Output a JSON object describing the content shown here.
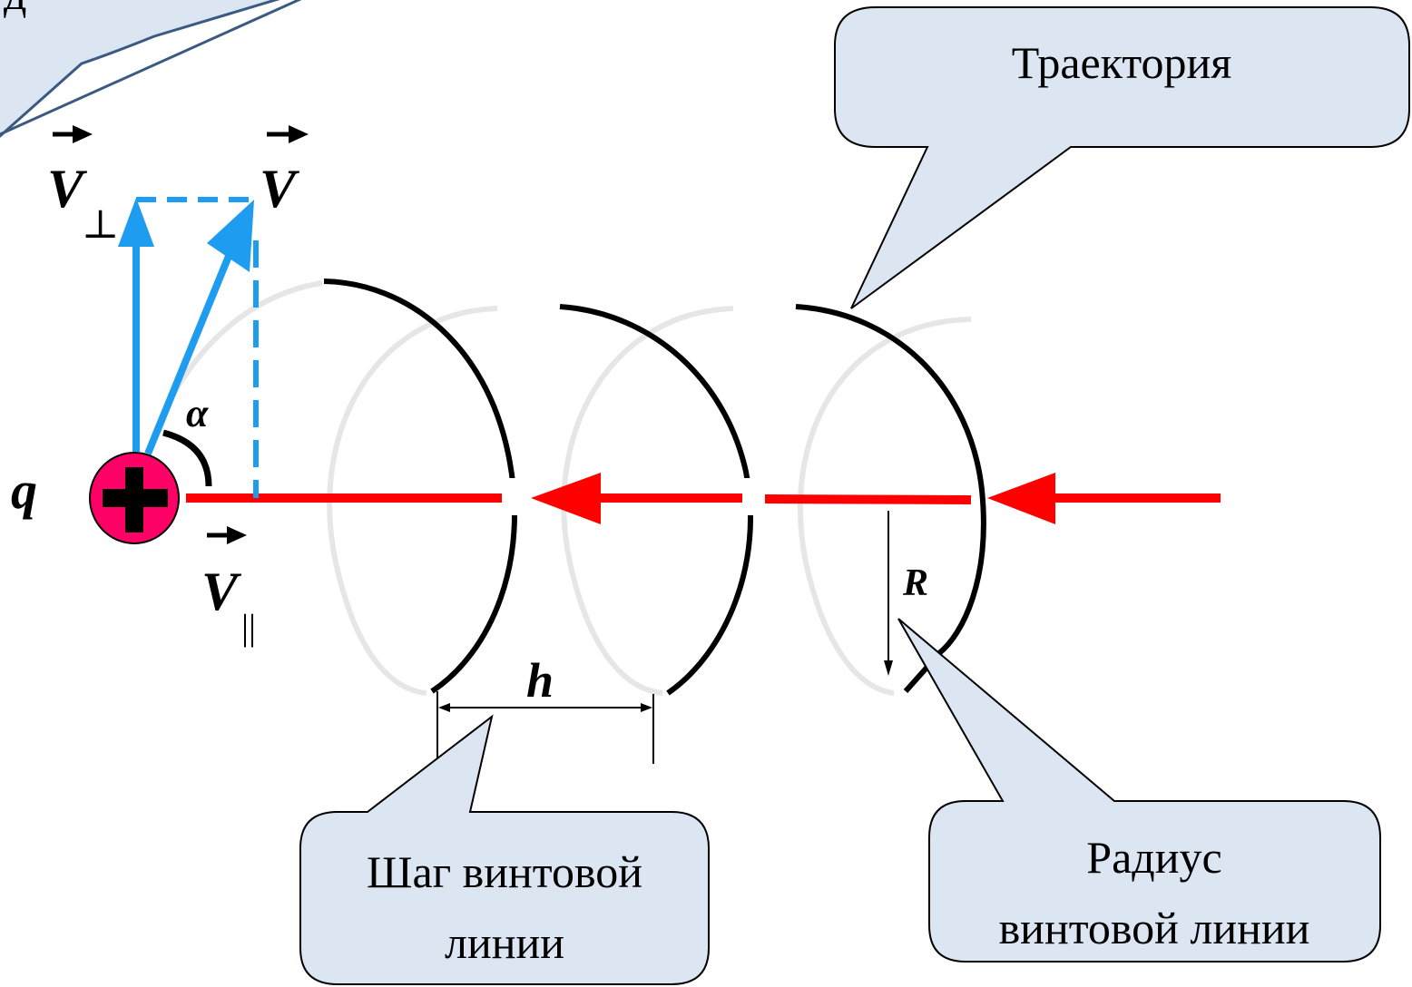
{
  "colors": {
    "field_line": "#ff0000",
    "velocity": "#1e9cf0",
    "charge_fill": "#ff0066",
    "callout_fill": "#dce6f2",
    "callout_stroke": "#3b5a82",
    "trajectory_front": "#000000",
    "trajectory_back": "#e6e6e6"
  },
  "icons": {
    "charge": "plus-sign-in-circle",
    "field_arrow": "arrow-left"
  },
  "labels": {
    "charge": "q",
    "angle": "α",
    "v_perp": "V",
    "v_perp_sub": "⊥",
    "v": "V",
    "v_par": "V",
    "v_par_sub": "||",
    "pitch": "h",
    "radius": "R"
  },
  "callouts": {
    "top_left_partial": "д",
    "trajectory": "Траектория",
    "pitch_line1": "Шаг винтовой",
    "pitch_line2": "линии",
    "radius_line1": "Радиус",
    "radius_line2": "винтовой линии"
  }
}
